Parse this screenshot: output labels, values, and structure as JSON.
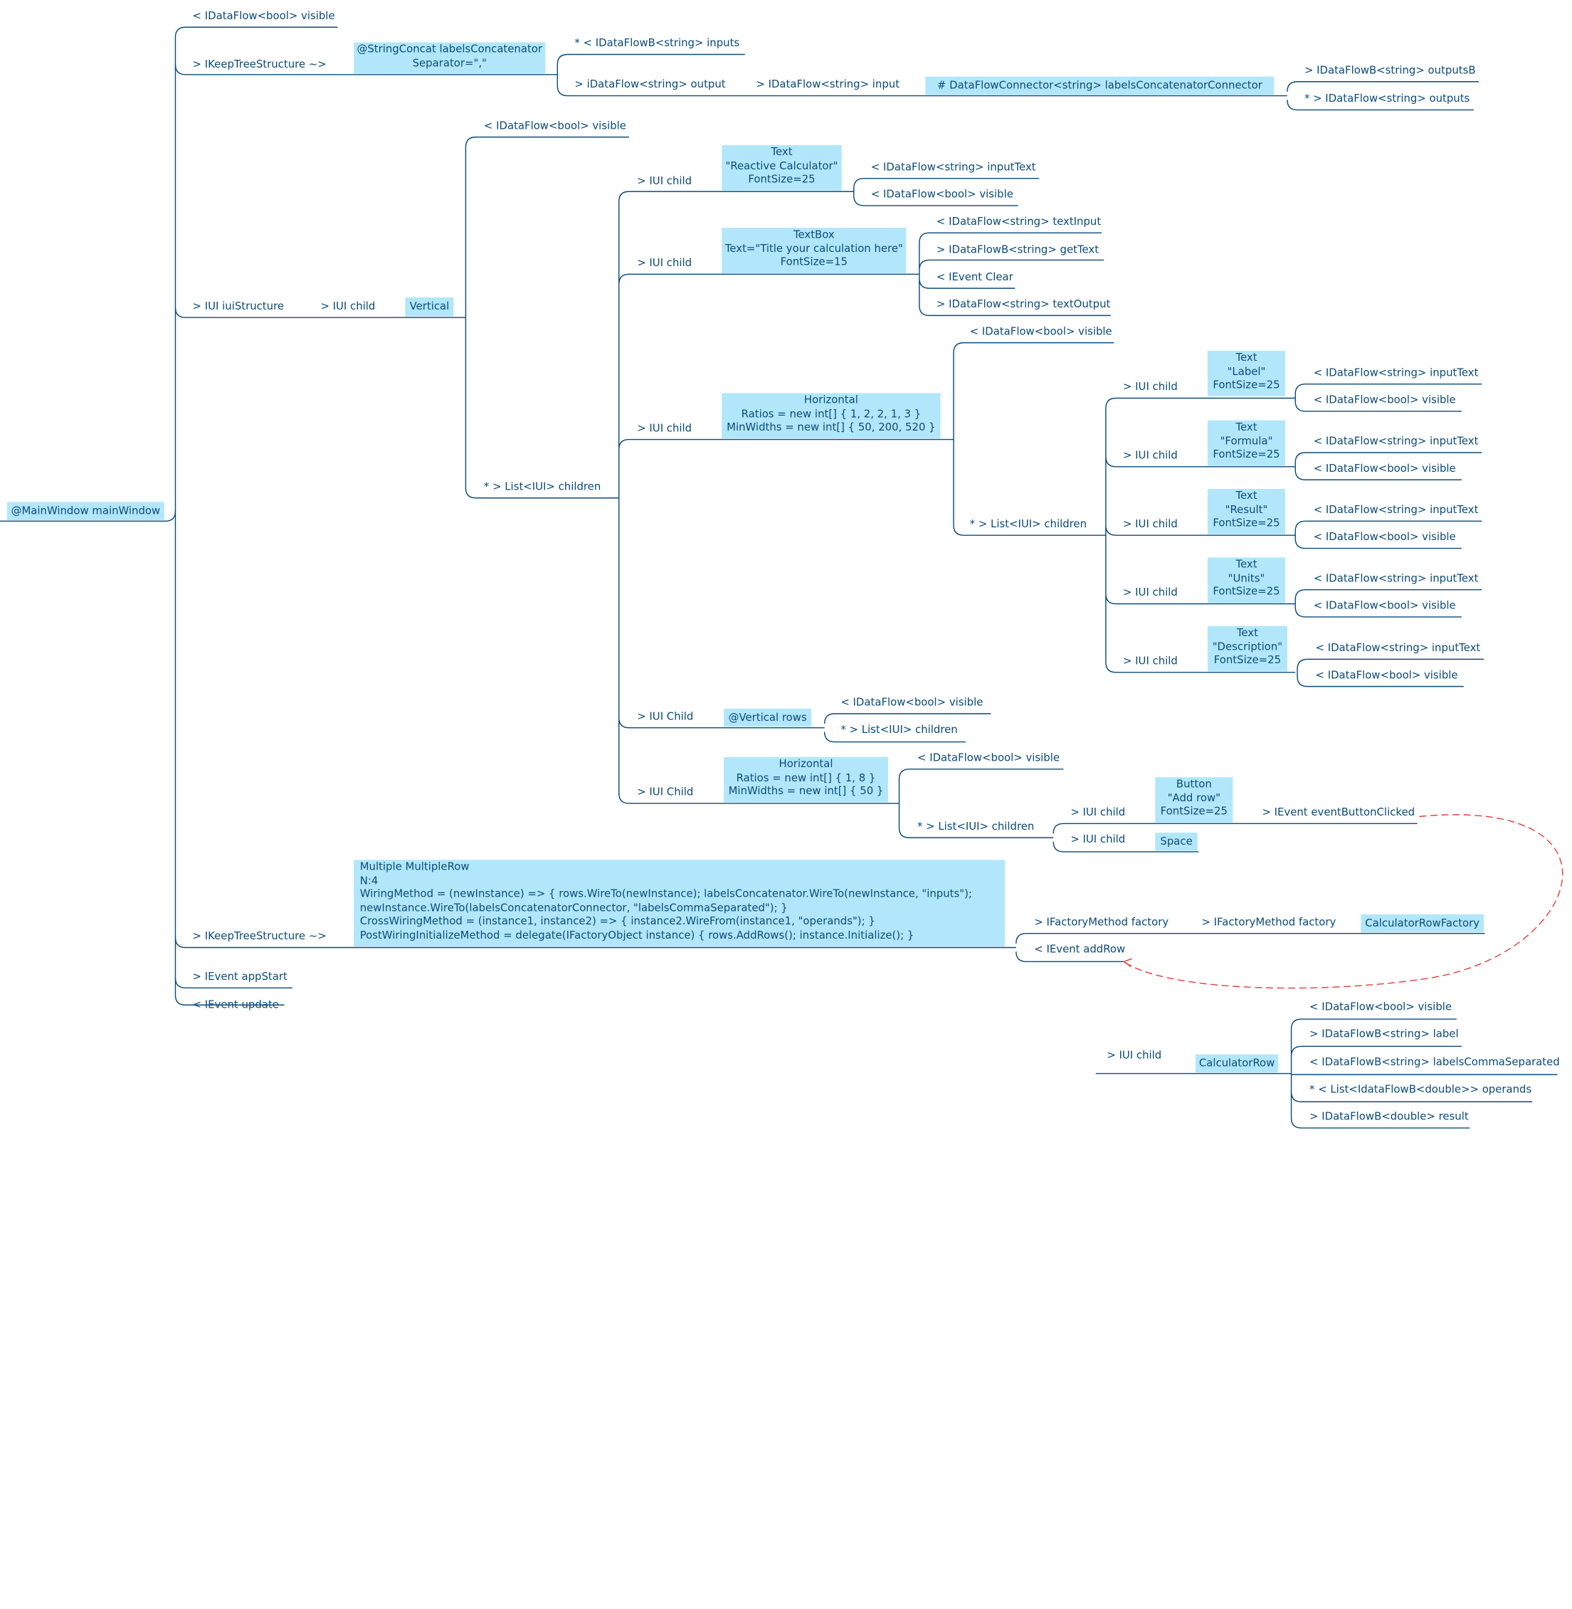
{
  "root": "@MainWindow mainWindow",
  "top": {
    "visible": "< IDataFlow<bool> visible",
    "keepTree1": "> IKeepTreeStructure ~>",
    "stringConcat": [
      "@StringConcat labelsConcatenator",
      "Separator=\",\""
    ],
    "inputs": "* < IDataFlowB<string> inputs",
    "output": "> iDataFlow<string> output",
    "input": "> IDataFlow<string> input",
    "connector": "# DataFlowConnector<string> labelsConcatenatorConnector",
    "outputsB": "> IDataFlowB<string> outputsB",
    "outputs": "* > IDataFlow<string> outputs"
  },
  "ui": {
    "iuiStructure": "> IUI iuiStructure",
    "iuiChild": "> IUI child",
    "vertical": "Vertical",
    "vVisible": "< IDataFlow<bool> visible",
    "vChildren": "* > List<IUI> children",
    "child1": "> IUI child",
    "textBox1": [
      "Text",
      "\"Reactive Calculator\"",
      "FontSize=25"
    ],
    "t1InputText": "< IDataFlow<string> inputText",
    "t1Visible": "< IDataFlow<bool> visible",
    "child2": "> IUI child",
    "textBoxBox": [
      "TextBox",
      "Text=\"Title your calculation here\"",
      "FontSize=15"
    ],
    "tbTextInput": "< IDataFlow<string> textInput",
    "tbGetText": "> IDataFlowB<string> getText",
    "tbClear": "< IEvent Clear",
    "tbTextOutput": "> IDataFlow<string> textOutput",
    "child3": "> IUI child",
    "horizontal1": [
      "Horizontal",
      "Ratios = new int[] { 1, 2, 2, 1, 3 }",
      "MinWidths = new int[] { 50, 200, 520 }"
    ],
    "h1Visible": "< IDataFlow<bool> visible",
    "h1Children": "* > List<IUI> children",
    "hChildLabel": "> IUI child",
    "hInputText": "< IDataFlow<string> inputText",
    "hVisible": "< IDataFlow<bool> visible",
    "hTexts": [
      [
        "Text",
        "\"Label\"",
        "FontSize=25"
      ],
      [
        "Text",
        "\"Formula\"",
        "FontSize=25"
      ],
      [
        "Text",
        "\"Result\"",
        "FontSize=25"
      ],
      [
        "Text",
        "\"Units\"",
        "FontSize=25"
      ],
      [
        "Text",
        "\"Description\"",
        "FontSize=25"
      ]
    ],
    "child4": "> IUI Child",
    "verticalRows": "@Vertical rows",
    "vrVisible": "< IDataFlow<bool> visible",
    "vrChildren": "* > List<IUI> children",
    "child5": "> IUI Child",
    "horizontal2": [
      "Horizontal",
      "Ratios = new int[] { 1, 8 }",
      "MinWidths = new int[] { 50 }"
    ],
    "h2Visible": "< IDataFlow<bool> visible",
    "h2Children": "* > List<IUI> children",
    "h2Child1": "> IUI child",
    "button": [
      "Button",
      "\"Add row\"",
      "FontSize=25"
    ],
    "eventButtonClicked": "> IEvent eventButtonClicked",
    "h2Child2": "> IUI child",
    "space": "Space"
  },
  "bottom": {
    "keepTree2": "> IKeepTreeStructure ~>",
    "multiple": [
      "Multiple MultipleRow",
      "N:4",
      "WiringMethod = (newInstance) => { rows.WireTo(newInstance); labelsConcatenator.WireTo(newInstance, \"inputs\");",
      "newInstance.WireTo(labelsConcatenatorConnector, \"labelsCommaSeparated\"); }",
      "CrossWiringMethod = (instance1, instance2) => { instance2.WireFrom(instance1, \"operands\"); }",
      "PostWiringInitializeMethod = delegate(IFactoryObject instance) { rows.AddRows(); instance.Initialize(); }"
    ],
    "factory1": "> IFactoryMethod factory",
    "factory2": "> IFactoryMethod factory",
    "calculatorRowFactory": "CalculatorRowFactory",
    "addRow": "< IEvent addRow",
    "appStart": "> IEvent appStart",
    "update": "< IEvent update"
  },
  "calcRow": {
    "iuiChild": "> IUI child",
    "box": "CalculatorRow",
    "visible": "< IDataFlow<bool> visible",
    "label": "> IDataFlowB<string> label",
    "labelsCommaSeparated": "< IDataFlowB<string> labelsCommaSeparated",
    "operands": "* < List<IdataFlowB<double>> operands",
    "result": "> IDataFlowB<double> result"
  }
}
